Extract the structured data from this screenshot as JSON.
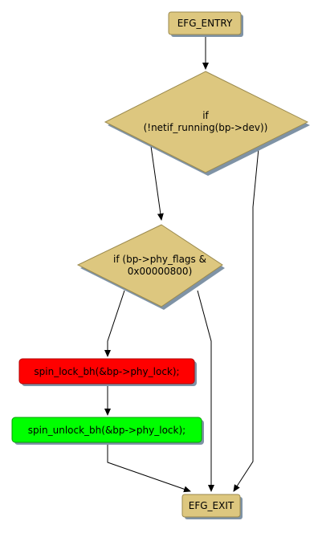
{
  "colors": {
    "node_fill": "#DDC77F",
    "node_stroke": "#9B8A4E",
    "shadow": "#7F93A6",
    "red_fill": "#FF0000",
    "red_stroke": "#B20000",
    "green_fill": "#00FF00",
    "green_stroke": "#00A000",
    "edge": "#000000"
  },
  "nodes": {
    "entry": {
      "label": "EFG_ENTRY"
    },
    "cond1": {
      "line1": "if",
      "line2": "(!netif_running(bp->dev))"
    },
    "cond2": {
      "line1": "if (bp->phy_flags &",
      "line2": "0x00000800)"
    },
    "lock": {
      "label": "spin_lock_bh(&bp->phy_lock);"
    },
    "unlock": {
      "label": "spin_unlock_bh(&bp->phy_lock);"
    },
    "exit": {
      "label": "EFG_EXIT"
    }
  }
}
